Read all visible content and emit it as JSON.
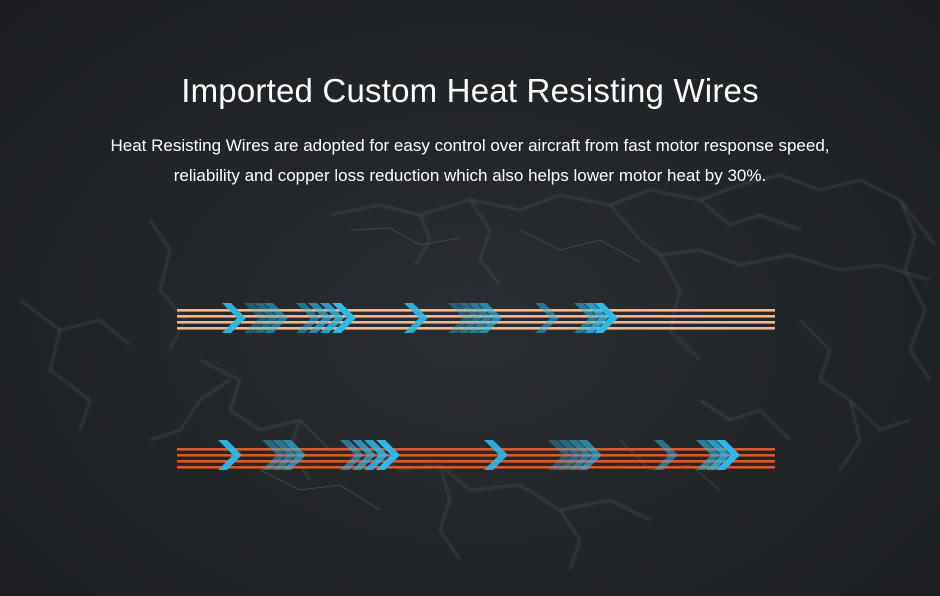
{
  "title": "Imported Custom Heat Resisting Wires",
  "description": {
    "line1": "Heat Resisting Wires are adopted for easy control over aircraft from fast motor response speed,",
    "line2": "reliability and copper loss reduction which also helps lower motor heat by 30%."
  },
  "background": {
    "color": "#222528",
    "decoration": "lightning-bolts"
  },
  "wires": [
    {
      "name": "light-copper-wire",
      "color": "#f2b98a",
      "strands": 4,
      "arrow_color": "#2fb8e6",
      "arrow_icon": "chevron-arrow-icon"
    },
    {
      "name": "dark-copper-wire",
      "color": "#d9582e",
      "strands": 4,
      "arrow_color": "#2fb8e6",
      "arrow_icon": "chevron-arrow-icon"
    }
  ]
}
